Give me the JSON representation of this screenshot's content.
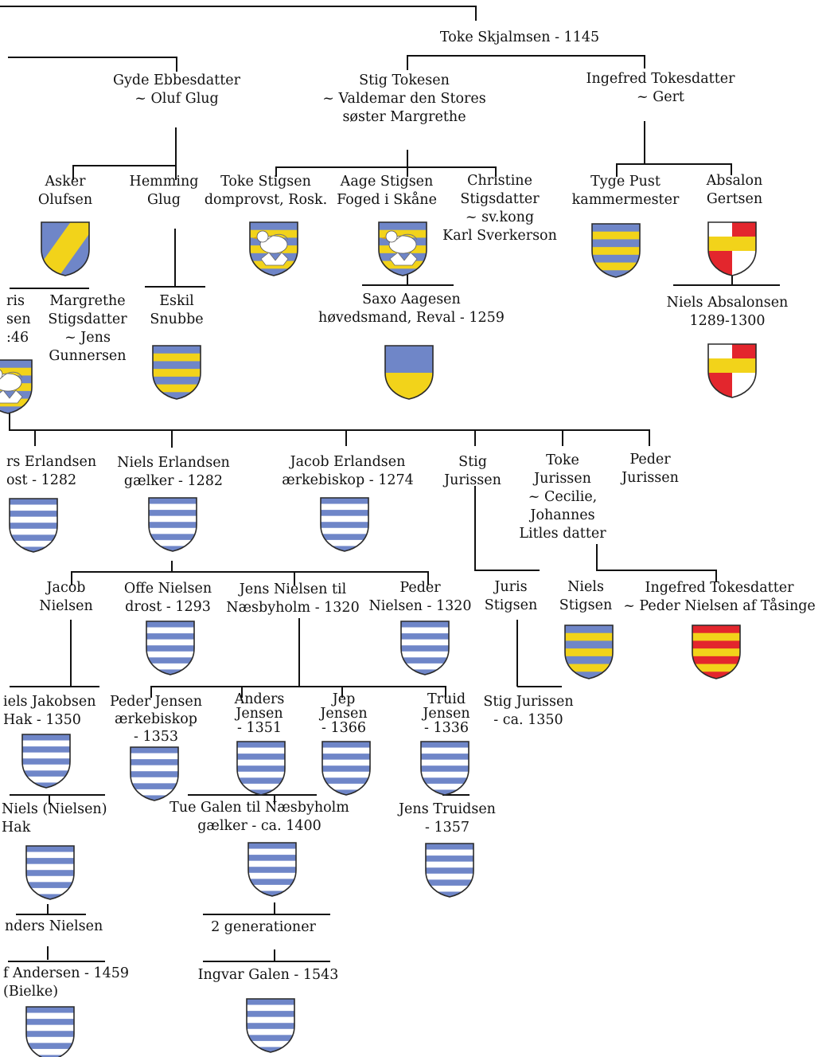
{
  "colors": {
    "blue": "#6f86c8",
    "yellow": "#f2d31a",
    "red": "#e3262d",
    "white": "#ffffff",
    "outline": "#2a2a2a",
    "line": "#111111"
  },
  "persons": [
    {
      "id": "toke-skjalmsen",
      "lines": [
        "Toke Skjalmsen - 1145"
      ]
    },
    {
      "id": "gyde-ebbesdatter",
      "lines": [
        "Gyde Ebbesdatter",
        "~ Oluf Glug"
      ]
    },
    {
      "id": "stig-tokesen",
      "lines": [
        "Stig Tokesen",
        "~ Valdemar den Stores",
        "søster Margrethe"
      ]
    },
    {
      "id": "ingefred-tokesdatter-1",
      "lines": [
        "Ingefred Tokesdatter",
        "~ Gert"
      ]
    },
    {
      "id": "asker-olufsen",
      "lines": [
        "Asker",
        "Olufsen"
      ]
    },
    {
      "id": "hemming-glug",
      "lines": [
        "Hemming",
        "Glug"
      ]
    },
    {
      "id": "toke-stigsen",
      "lines": [
        "Toke Stigsen",
        "domprovst, Rosk."
      ]
    },
    {
      "id": "aage-stigsen",
      "lines": [
        "Aage Stigsen",
        "Foged i Skåne"
      ]
    },
    {
      "id": "christine-stigsdatter",
      "lines": [
        "Christine",
        "Stigsdatter",
        "~ sv.kong",
        "Karl Sverkerson"
      ]
    },
    {
      "id": "tyge-pust",
      "lines": [
        "Tyge Pust",
        "kammermester"
      ]
    },
    {
      "id": "absalon-gertsen",
      "lines": [
        "Absalon",
        "Gertsen"
      ]
    },
    {
      "id": "juris-stigsen-cut",
      "lines": [
        "ris",
        "sen",
        ":46"
      ]
    },
    {
      "id": "margrethe-stigsdatter",
      "lines": [
        "Margrethe",
        "Stigsdatter",
        "~ Jens",
        "Gunnersen"
      ]
    },
    {
      "id": "eskil-snubbe",
      "lines": [
        "Eskil",
        "Snubbe"
      ]
    },
    {
      "id": "saxo-aagesen",
      "lines": [
        "Saxo Aagesen",
        "høvedsmand, Reval - 1259"
      ]
    },
    {
      "id": "niels-absalonsen",
      "lines": [
        "Niels Absalonsen",
        "1289-1300"
      ]
    },
    {
      "id": "erlandsen-cut",
      "lines": [
        "rs Erlandsen",
        "ost - 1282"
      ]
    },
    {
      "id": "niels-erlandsen",
      "lines": [
        "Niels Erlandsen",
        "gælker - 1282"
      ]
    },
    {
      "id": "jacob-erlandsen",
      "lines": [
        "Jacob Erlandsen",
        "ærkebiskop - 1274"
      ]
    },
    {
      "id": "stig-jurissen",
      "lines": [
        "Stig",
        "Jurissen"
      ]
    },
    {
      "id": "toke-jurissen",
      "lines": [
        "Toke",
        "Jurissen",
        "~ Cecilie,",
        "Johannes",
        "Litles datter"
      ]
    },
    {
      "id": "peder-jurissen",
      "lines": [
        "Peder",
        "Jurissen"
      ]
    },
    {
      "id": "jacob-nielsen",
      "lines": [
        "Jacob",
        "Nielsen"
      ]
    },
    {
      "id": "offe-nielsen",
      "lines": [
        "Offe Nielsen",
        "drost - 1293"
      ]
    },
    {
      "id": "jens-nielsen",
      "lines": [
        "Jens Nielsen til",
        "Næsbyholm - 1320"
      ]
    },
    {
      "id": "peder-nielsen",
      "lines": [
        "Peder",
        "Nielsen - 1320"
      ]
    },
    {
      "id": "juris-stigsen",
      "lines": [
        "Juris",
        "Stigsen"
      ]
    },
    {
      "id": "niels-stigsen",
      "lines": [
        "Niels",
        "Stigsen"
      ]
    },
    {
      "id": "ingefred-tokesdatter-2",
      "lines": [
        "Ingefred Tokesdatter",
        "~ Peder Nielsen af Tåsinge"
      ]
    },
    {
      "id": "niels-jakobsen-hak",
      "lines": [
        "iels Jakobsen",
        "Hak - 1350"
      ]
    },
    {
      "id": "peder-jensen",
      "lines": [
        "Peder Jensen",
        "ærkebiskop",
        "- 1353"
      ]
    },
    {
      "id": "anders-jensen",
      "lines": [
        "Anders",
        "Jensen",
        "- 1351"
      ]
    },
    {
      "id": "jep-jensen",
      "lines": [
        "Jep",
        "Jensen",
        "- 1366"
      ]
    },
    {
      "id": "truid-jensen",
      "lines": [
        "Truid",
        "Jensen",
        "- 1336"
      ]
    },
    {
      "id": "stig-jurissen-2",
      "lines": [
        "Stig Jurissen",
        "- ca. 1350"
      ]
    },
    {
      "id": "niels-nielsen-hak",
      "lines": [
        "Niels (Nielsen)",
        "Hak"
      ]
    },
    {
      "id": "tue-galen",
      "lines": [
        "Tue Galen til Næsbyholm",
        "gælker - ca. 1400"
      ]
    },
    {
      "id": "jens-truidsen",
      "lines": [
        "Jens Truidsen",
        "- 1357"
      ]
    },
    {
      "id": "anders-nielsen",
      "lines": [
        "nders Nielsen"
      ]
    },
    {
      "id": "two-generations",
      "lines": [
        "2 generationer"
      ]
    },
    {
      "id": "andersen-bielke",
      "lines": [
        "f Andersen - 1459",
        "(Bielke)"
      ]
    },
    {
      "id": "ingvar-galen",
      "lines": [
        "Ingvar Galen - 1543"
      ]
    }
  ],
  "shields": [
    {
      "id": "asker",
      "pattern": "bend"
    },
    {
      "id": "toke-stigsen",
      "pattern": "bird"
    },
    {
      "id": "aage-stigsen",
      "pattern": "bird"
    },
    {
      "id": "tyge-pust",
      "pattern": "yellow-blue-bars"
    },
    {
      "id": "absalon",
      "pattern": "quartered"
    },
    {
      "id": "juris-cut",
      "pattern": "bird"
    },
    {
      "id": "eskil",
      "pattern": "yellow-blue-bars"
    },
    {
      "id": "saxo",
      "pattern": "blue-yellow-half"
    },
    {
      "id": "niels-absalonsen",
      "pattern": "quartered"
    },
    {
      "id": "erlandsen-cut",
      "pattern": "blue-white-bars"
    },
    {
      "id": "niels-erlandsen",
      "pattern": "blue-white-bars"
    },
    {
      "id": "jacob-erlandsen",
      "pattern": "blue-white-bars"
    },
    {
      "id": "offe",
      "pattern": "blue-white-bars"
    },
    {
      "id": "peder-nielsen",
      "pattern": "blue-white-bars"
    },
    {
      "id": "niels-stigsen",
      "pattern": "yellow-blue-bars"
    },
    {
      "id": "ingefred-2",
      "pattern": "red-yellow-bars"
    },
    {
      "id": "niels-jakobsen",
      "pattern": "blue-white-bars"
    },
    {
      "id": "peder-jensen",
      "pattern": "blue-white-bars"
    },
    {
      "id": "anders-jensen",
      "pattern": "blue-white-bars"
    },
    {
      "id": "jep-jensen",
      "pattern": "blue-white-bars"
    },
    {
      "id": "truid-jensen",
      "pattern": "blue-white-bars"
    },
    {
      "id": "niels-nielsen",
      "pattern": "blue-white-bars"
    },
    {
      "id": "tue-galen",
      "pattern": "blue-white-bars"
    },
    {
      "id": "jens-truidsen",
      "pattern": "blue-white-bars"
    },
    {
      "id": "andersen-bielke",
      "pattern": "blue-white-bars"
    },
    {
      "id": "ingvar-galen",
      "pattern": "blue-white-bars"
    }
  ]
}
